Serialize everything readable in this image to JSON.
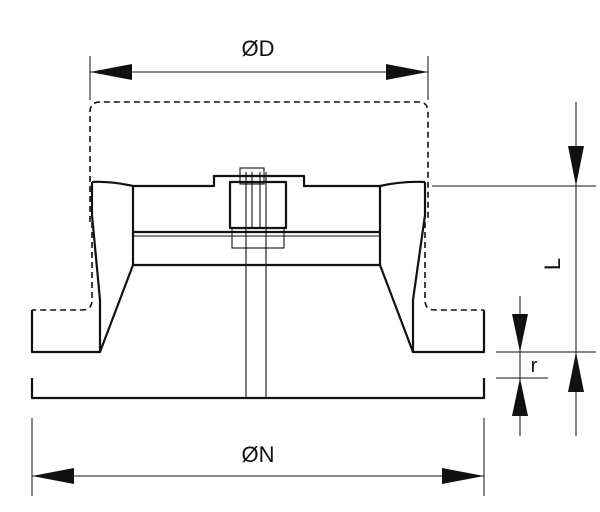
{
  "dimensions": {
    "top_diameter": "ØD",
    "bottom_diameter": "ØN",
    "length": "L",
    "radius": "r"
  }
}
